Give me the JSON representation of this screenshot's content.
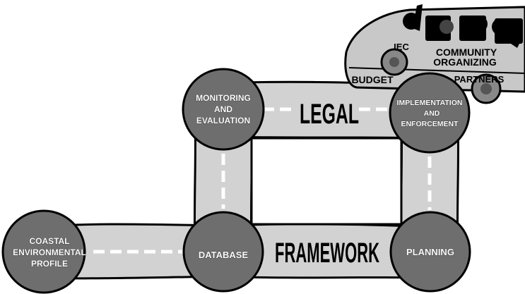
{
  "road_labels": {
    "top": "LEGAL",
    "bottom": "FRAMEWORK"
  },
  "nodes": {
    "coastal_profile": [
      "COASTAL",
      "ENVIRONMENTAL",
      "PROFILE"
    ],
    "database": [
      "DATABASE"
    ],
    "monitoring": [
      "MONITORING",
      "AND",
      "EVALUATION"
    ],
    "implementation": [
      "IMPLEMENTATION",
      "AND",
      "ENFORCEMENT"
    ],
    "planning": [
      "PLANNING"
    ]
  },
  "bus": {
    "iec": "IEC",
    "community_organizing": [
      "COMMUNITY",
      "ORGANIZING"
    ],
    "budget": "BUDGET",
    "partners": "PARTNERS"
  },
  "colors": {
    "road_fill": "#d2d2d2",
    "node_fill": "#6e6e6e",
    "bus_fill": "#c8c8c8",
    "outline": "#000000"
  }
}
